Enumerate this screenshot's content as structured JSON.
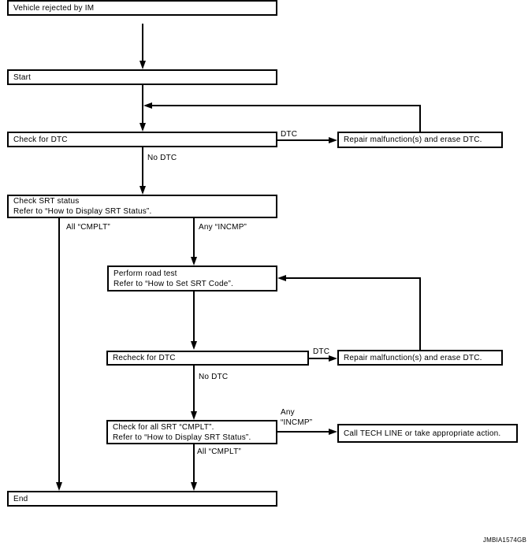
{
  "figure_code": "JMBIA1574GB",
  "flowchart": {
    "type": "flowchart",
    "colors": {
      "line": "#000000",
      "box_border": "#000000",
      "background": "#ffffff",
      "text": "#000000"
    },
    "nodes": {
      "vehicle_rejected": {
        "label": "Vehicle rejected by IM"
      },
      "start": {
        "label": "Start"
      },
      "check_dtc": {
        "label": "Check for DTC"
      },
      "repair_dtc_1": {
        "label": "Repair malfunction(s) and erase DTC."
      },
      "check_srt_status": {
        "label": "Check SRT status\nRefer to “How to Display SRT Status”."
      },
      "perform_road_test": {
        "label": "Perform road test\nRefer to “How to Set SRT Code”."
      },
      "recheck_dtc": {
        "label": "Recheck for DTC"
      },
      "repair_dtc_2": {
        "label": "Repair malfunction(s) and erase DTC."
      },
      "check_all_srt": {
        "label": "Check for all SRT “CMPLT”.\nRefer to “How to Display SRT Status”."
      },
      "call_tech_line": {
        "label": "Call TECH LINE or take appropriate action."
      },
      "end": {
        "label": "End"
      }
    },
    "edge_labels": {
      "dtc_1": "DTC",
      "no_dtc_1": "No DTC",
      "all_cmplt_1": "All “CMPLT”",
      "any_incmp_1": "Any “INCMP”",
      "dtc_2": "DTC",
      "no_dtc_2": "No DTC",
      "any_incmp_2": "Any\n“INCMP”",
      "all_cmplt_2": "All “CMPLT”"
    },
    "edges": [
      {
        "from": "vehicle_rejected",
        "to": "start",
        "label": ""
      },
      {
        "from": "start",
        "to": "check_dtc",
        "label": ""
      },
      {
        "from": "check_dtc",
        "to": "repair_dtc_1",
        "label": "DTC"
      },
      {
        "from": "repair_dtc_1",
        "to": "check_dtc",
        "label": ""
      },
      {
        "from": "check_dtc",
        "to": "check_srt_status",
        "label": "No DTC"
      },
      {
        "from": "check_srt_status",
        "to": "end",
        "label": "All “CMPLT”"
      },
      {
        "from": "check_srt_status",
        "to": "perform_road_test",
        "label": "Any “INCMP”"
      },
      {
        "from": "perform_road_test",
        "to": "recheck_dtc",
        "label": ""
      },
      {
        "from": "recheck_dtc",
        "to": "repair_dtc_2",
        "label": "DTC"
      },
      {
        "from": "repair_dtc_2",
        "to": "perform_road_test",
        "label": ""
      },
      {
        "from": "recheck_dtc",
        "to": "check_all_srt",
        "label": "No DTC"
      },
      {
        "from": "check_all_srt",
        "to": "call_tech_line",
        "label": "Any “INCMP”"
      },
      {
        "from": "check_all_srt",
        "to": "end",
        "label": "All “CMPLT”"
      }
    ]
  }
}
